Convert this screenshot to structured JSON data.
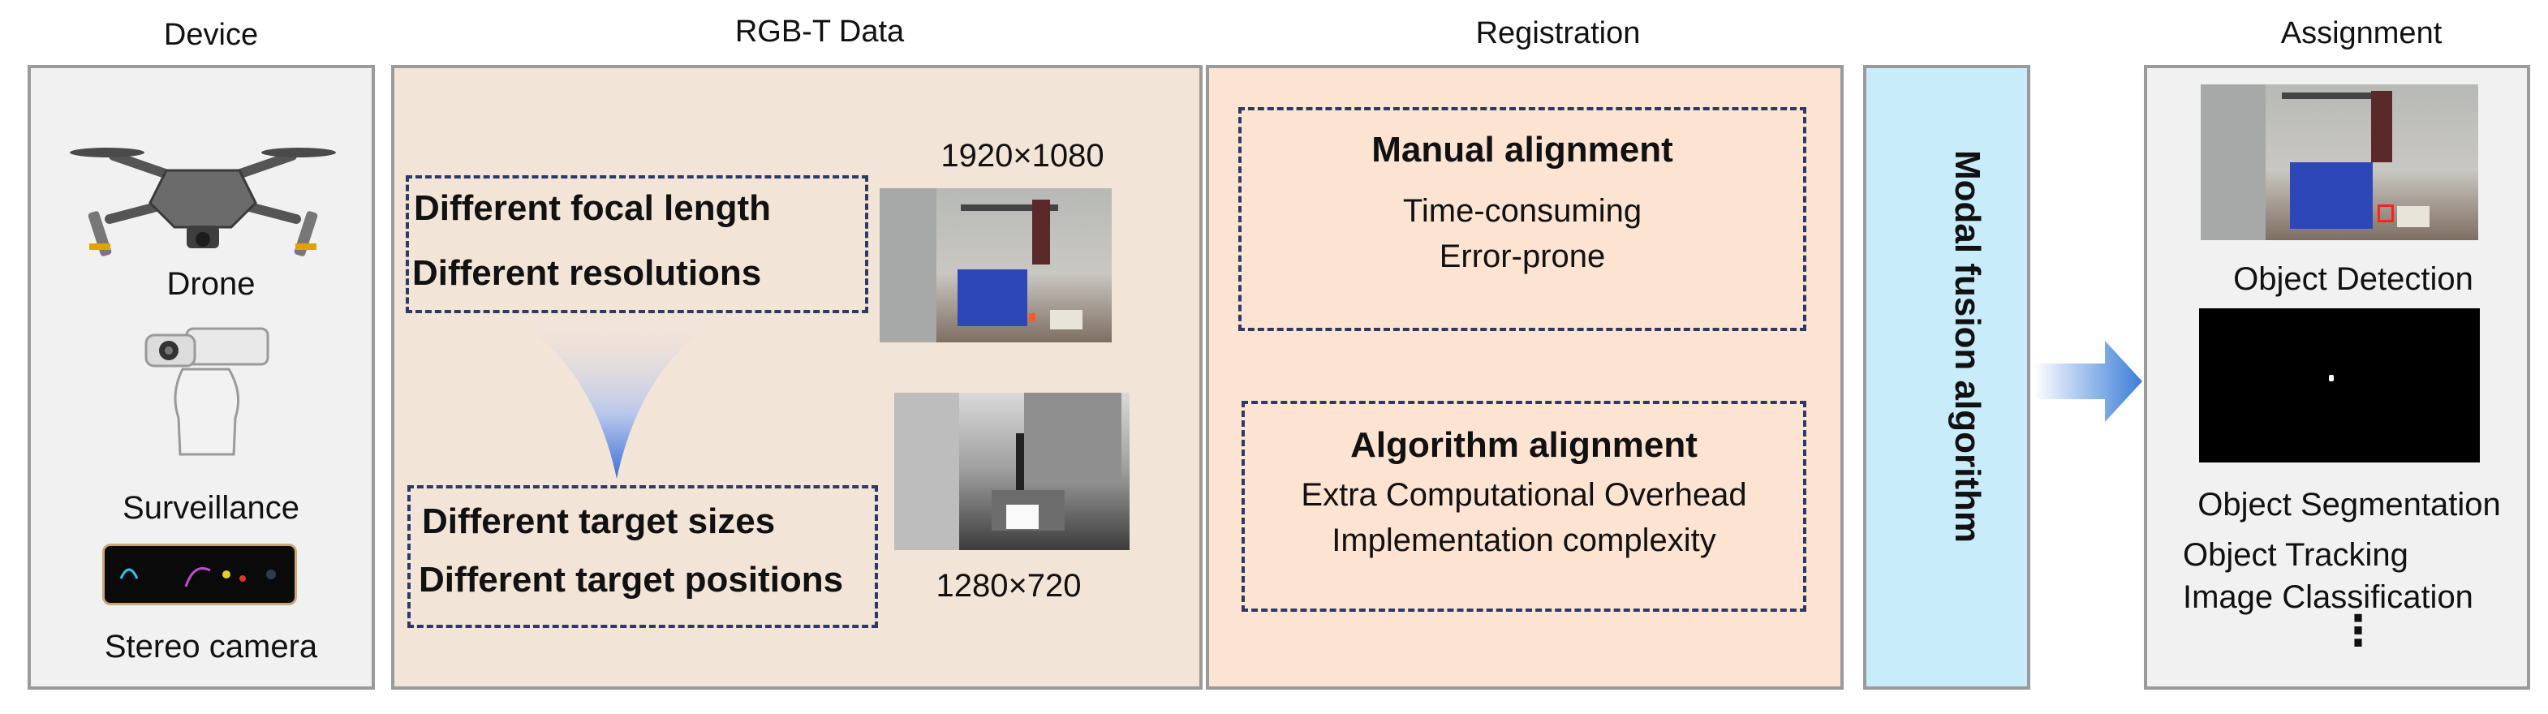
{
  "sections": {
    "device": {
      "title": "Device",
      "items": [
        "Drone",
        "Surveillance",
        "Stereo camera"
      ]
    },
    "rgbt": {
      "title": "RGB-T Data",
      "top_box": [
        "Different focal length",
        "Different resolutions"
      ],
      "bottom_box": [
        "Different target sizes",
        "Different target positions"
      ],
      "rgb_resolution": "1920×1080",
      "thermal_resolution": "1280×720"
    },
    "registration": {
      "title": "Registration",
      "manual": {
        "heading": "Manual alignment",
        "lines": [
          "Time-consuming",
          "Error-prone"
        ]
      },
      "algorithm": {
        "heading": "Algorithm alignment",
        "lines": [
          "Extra Computational Overhead",
          "Implementation complexity"
        ]
      }
    },
    "fusion": {
      "label": "Modal fusion algorithm"
    },
    "assignment": {
      "title": "Assignment",
      "tasks": [
        "Object Detection",
        "Object Segmentation",
        "Object Tracking",
        "Image Classification"
      ],
      "more": "⋮"
    }
  },
  "colors": {
    "device_bg": "#f1f1f1",
    "rgbt_bg": "#f3e4d8",
    "registration_bg": "#fde3d2",
    "fusion_bg": "#c9ecfb",
    "assignment_bg": "#f1f1f1",
    "arrow": "#3b7dd8"
  }
}
